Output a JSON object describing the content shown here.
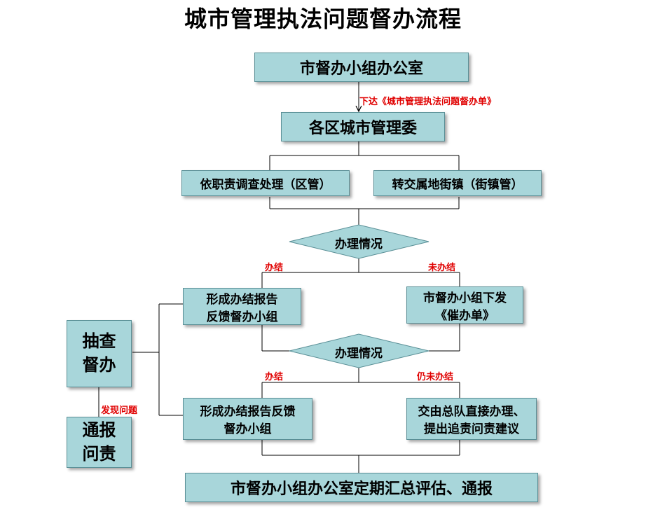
{
  "title": "城市管理执法问题督办流程",
  "nodes": {
    "office": "市督办小组办公室",
    "district": "各区城市管理委",
    "handle_by_duty": "依职责调查处理（区管）",
    "transfer_street": "转交属地街镇（街镇管）",
    "decision1": "办理情况",
    "report1_line1": "形成办结报告",
    "report1_line2": "反馈督办小组",
    "urge_line1": "市督办小组下发",
    "urge_line2": "《催办单》",
    "decision2": "办理情况",
    "report2_line1": "形成办结报告反馈",
    "report2_line2": "督办小组",
    "direct_line1": "交由总队直接办理、",
    "direct_line2": "提出追责问责建议",
    "final": "市督办小组办公室定期汇总评估、通报",
    "spot_check_line1": "抽查",
    "spot_check_line2": "督办",
    "notify_line1": "通报",
    "notify_line2": "问责"
  },
  "edge_labels": {
    "issue": "下达《城市管理执法问题督办单》",
    "done1": "办结",
    "not_done1": "未办结",
    "done2": "办结",
    "still_not_done": "仍未办结",
    "found_problem": "发现问题"
  },
  "colors": {
    "box_fill": "#a8d6da",
    "box_border": "#5a8f96",
    "note_red": "#e00000"
  }
}
